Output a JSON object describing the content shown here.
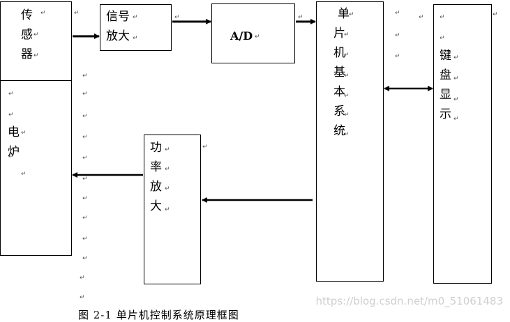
{
  "blocks": {
    "sensor": {
      "chars": [
        "传",
        "感",
        "器"
      ]
    },
    "stove": {
      "chars": [
        "电",
        "炉"
      ]
    },
    "amplifier": {
      "line1": "信号",
      "line2": "放大"
    },
    "adc": {
      "label": "A/D"
    },
    "mcu": {
      "chars": [
        "单",
        "片",
        "机",
        "基",
        "本",
        "系",
        "统"
      ]
    },
    "power_amp": {
      "chars": [
        "功",
        "率",
        "放",
        "大"
      ]
    },
    "keyboard_display": {
      "chars": [
        "键",
        "盘",
        "显",
        "示"
      ]
    }
  },
  "paragraph_mark": "↵",
  "caption": "图 2-1  单片机控制系统原理框图",
  "watermark": "https://blog.csdn.net/m0_51061483"
}
